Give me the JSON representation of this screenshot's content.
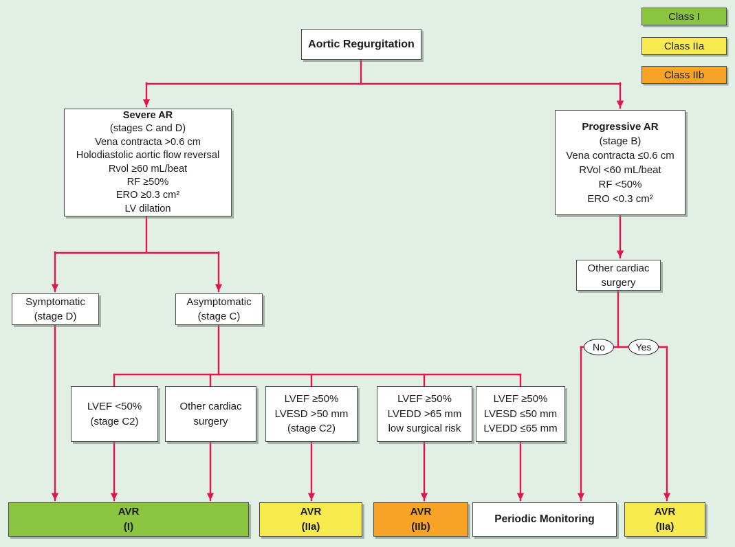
{
  "colors": {
    "background": "#E2EFE4",
    "connector": "#E0164E",
    "class_i": "#8BC43F",
    "class_iia": "#F6EA4E",
    "class_iib": "#F7A325",
    "node_border": "#4D4D4D"
  },
  "legend": [
    {
      "label": "Class I"
    },
    {
      "label": "Class IIa"
    },
    {
      "label": "Class IIb"
    }
  ],
  "nodes": {
    "title": {
      "lines": [
        "Aortic Regurgitation"
      ]
    },
    "severe_ar": {
      "lines": [
        "Severe AR",
        "(stages C and D)",
        "Vena contracta >0.6 cm",
        "Holodiastolic aortic flow reversal",
        "Rvol ≥60 mL/beat",
        "RF ≥50%",
        "ERO ≥0.3 cm²",
        "LV dilation"
      ]
    },
    "progressive_ar": {
      "lines": [
        "Progressive AR",
        "(stage B)",
        "Vena contracta ≤0.6 cm",
        "RVol <60 mL/beat",
        "RF <50%",
        "ERO <0.3 cm²"
      ]
    },
    "symptomatic": {
      "lines": [
        "Symptomatic",
        "(stage D)"
      ]
    },
    "asymptomatic": {
      "lines": [
        "Asymptomatic",
        "(stage C)"
      ]
    },
    "other_surgery_branch": {
      "lines": [
        "Other cardiac",
        "surgery"
      ]
    },
    "decision": {
      "no": "No",
      "yes": "Yes"
    },
    "criteria1": {
      "lines": [
        "LVEF <50%",
        "(stage C2)"
      ]
    },
    "criteria2": {
      "lines": [
        "Other cardiac",
        "surgery"
      ]
    },
    "criteria3": {
      "lines": [
        "LVEF ≥50%",
        "LVESD >50 mm",
        "(stage C2)"
      ]
    },
    "criteria4": {
      "lines": [
        "LVEF ≥50%",
        "LVEDD >65 mm",
        "low surgical risk"
      ]
    },
    "criteria5": {
      "lines": [
        "LVEF ≥50%",
        "LVESD ≤50 mm",
        "LVEDD ≤65 mm"
      ]
    },
    "outcome_avr_1": {
      "lines": [
        "AVR",
        "(I)"
      ],
      "class": "Class I"
    },
    "outcome_avr_2a_l": {
      "lines": [
        "AVR",
        "(IIa)"
      ],
      "class": "Class IIa"
    },
    "outcome_avr_2b": {
      "lines": [
        "AVR",
        "(IIb)"
      ],
      "class": "Class IIb"
    },
    "outcome_monitor": {
      "lines": [
        "Periodic Monitoring"
      ]
    },
    "outcome_avr_2a_r": {
      "lines": [
        "AVR",
        "(IIa)"
      ],
      "class": "Class IIa"
    }
  }
}
